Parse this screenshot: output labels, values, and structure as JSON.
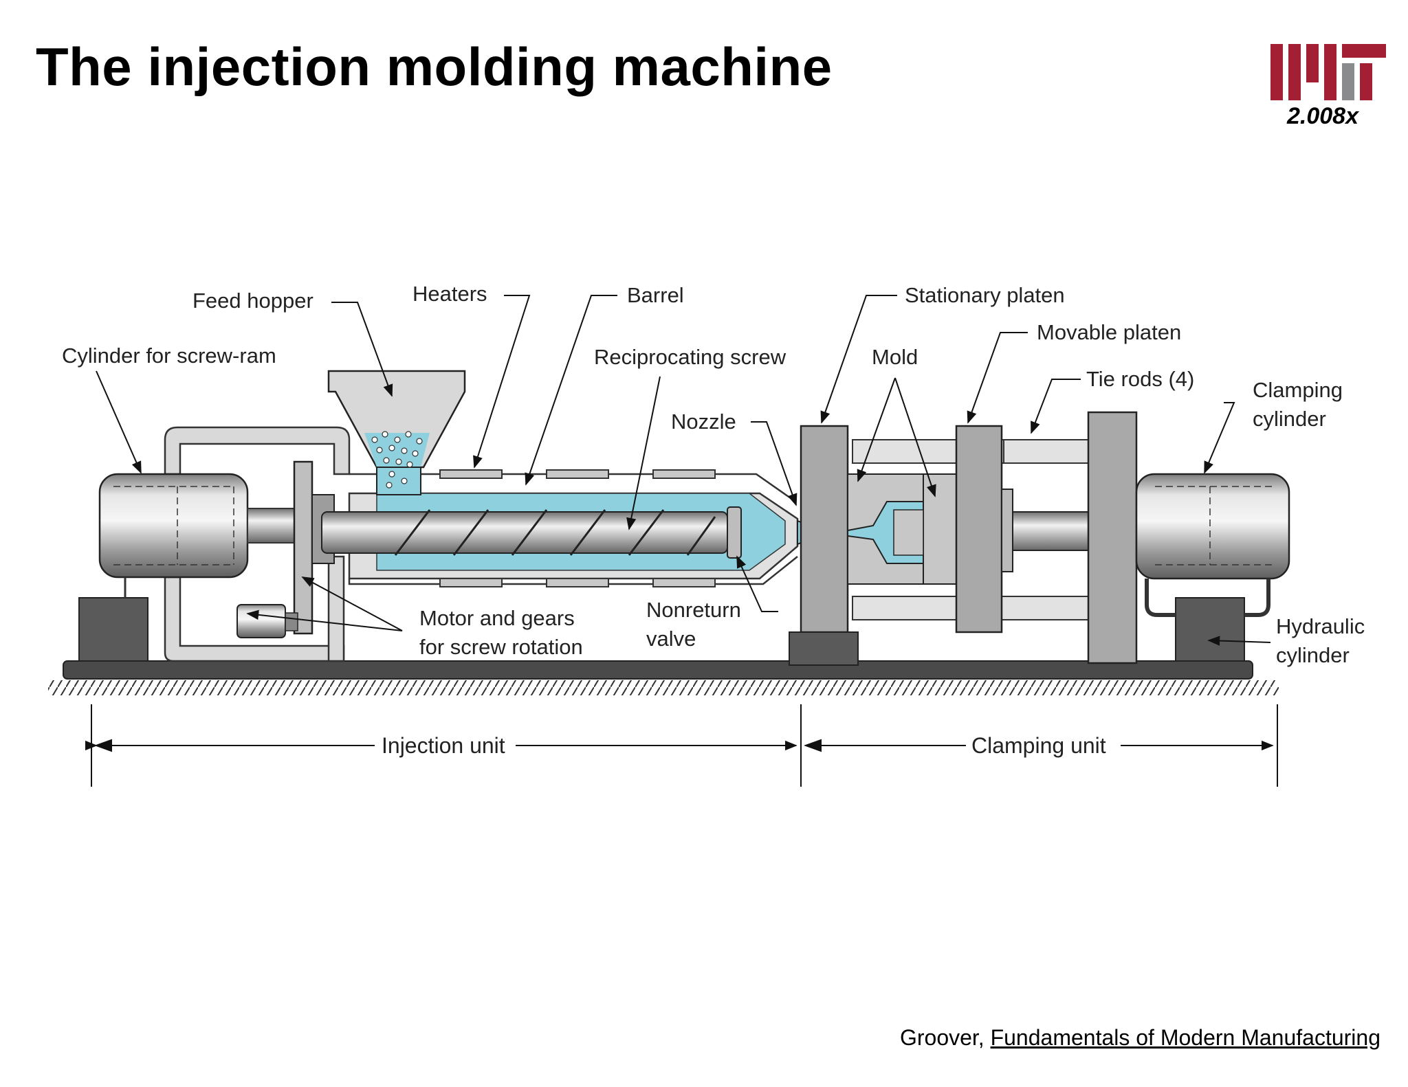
{
  "slide": {
    "title": "The injection molding machine",
    "course": "2.008x",
    "credit_author": "Groover, ",
    "credit_book": "Fundamentals of Modern Manufacturing"
  },
  "labels": {
    "feed_hopper": "Feed hopper",
    "heaters": "Heaters",
    "barrel": "Barrel",
    "stationary_platen": "Stationary platen",
    "movable_platen": "Movable platen",
    "cylinder_screw_ram": "Cylinder for screw-ram",
    "reciprocating_screw": "Reciprocating screw",
    "mold": "Mold",
    "tie_rods": "Tie rods (4)",
    "clamping_cylinder_1": "Clamping",
    "clamping_cylinder_2": "cylinder",
    "nozzle": "Nozzle",
    "motor_gears_1": "Motor and gears",
    "motor_gears_2": "for screw rotation",
    "nonreturn_valve_1": "Nonreturn",
    "nonreturn_valve_2": "valve",
    "hydraulic_cylinder_1": "Hydraulic",
    "hydraulic_cylinder_2": "cylinder",
    "injection_unit": "Injection unit",
    "clamping_unit": "Clamping unit"
  },
  "colors": {
    "mit_red": "#a31f34",
    "mit_gray": "#8a8b8c",
    "melt_blue": "#8fd0de",
    "steel_gray": "#b5b5b5",
    "dark_block": "#5a5a5a"
  }
}
